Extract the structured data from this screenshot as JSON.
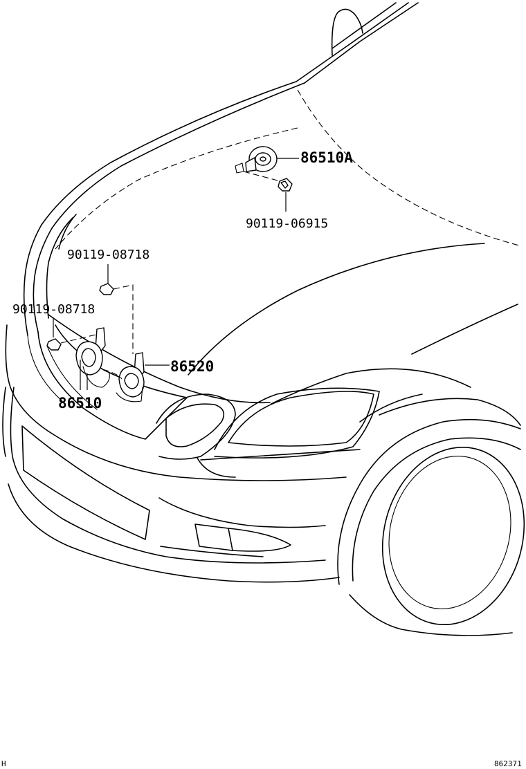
{
  "callouts": {
    "horn_high": "86510A",
    "bolt_upper": "90119-06915",
    "bolt_left_top": "90119-08718",
    "bolt_left_bottom": "90119-08718",
    "bracket": "86520",
    "horn_low": "86510"
  },
  "corner": {
    "left": "H",
    "right": "862371"
  }
}
